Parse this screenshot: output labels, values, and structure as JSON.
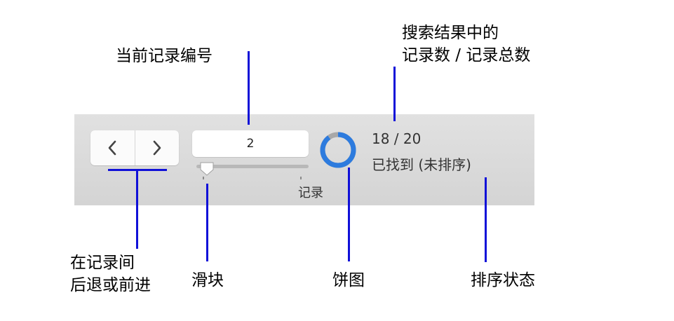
{
  "toolbar": {
    "back_icon": "chevron-left-icon",
    "forward_icon": "chevron-right-icon",
    "record_number": "2",
    "slider_label": "记录",
    "slider_position_fraction": 0.08,
    "pie_found_fraction": 0.9,
    "found_count": "18 / 20",
    "sort_status": "已找到 (未排序)"
  },
  "callouts": {
    "current_record": "当前记录编号",
    "found_total_line1": "搜索结果中的",
    "found_total_line2": "记录数 / 记录总数",
    "nav_line1": "在记录间",
    "nav_line2": "后退或前进",
    "slider": "滑块",
    "pie": "饼图",
    "sort": "排序状态"
  },
  "colors": {
    "callout_line": "#1010d8",
    "pie_fill": "#2d7bde",
    "pie_remainder": "#a8a8a8",
    "toolbar_bg": "#d9d9d9"
  }
}
